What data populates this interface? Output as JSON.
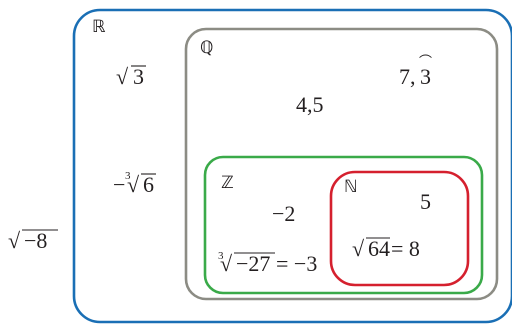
{
  "sets": {
    "real": {
      "label": "ℝ",
      "color": "#1a6fb5"
    },
    "rational": {
      "label": "ℚ",
      "color": "#8c8c84"
    },
    "integer": {
      "label": "ℤ",
      "color": "#3aaa49"
    },
    "natural": {
      "label": "ℕ",
      "color": "#d5202e"
    }
  },
  "elements": {
    "outside": {
      "root_symbol": "√",
      "radicand": "−8"
    },
    "real_sqrt3": {
      "root_symbol": "√",
      "radicand": "3"
    },
    "real_cbrt6": {
      "sign": "−",
      "index": "3",
      "root_symbol": "√",
      "radicand": "6"
    },
    "rational_periodic": {
      "integer_part": "7,",
      "repeating_digit": "3",
      "arc": "⌒"
    },
    "rational_decimal": {
      "text": "4,5"
    },
    "integer_neg2": {
      "text": "−2"
    },
    "integer_cbrt": {
      "index": "3",
      "root_symbol": "√",
      "radicand": "−27",
      "result": " = −3"
    },
    "natural_five": {
      "text": "5"
    },
    "natural_sqrt64": {
      "root_symbol": "√",
      "radicand": "64",
      "result": " = 8"
    }
  }
}
